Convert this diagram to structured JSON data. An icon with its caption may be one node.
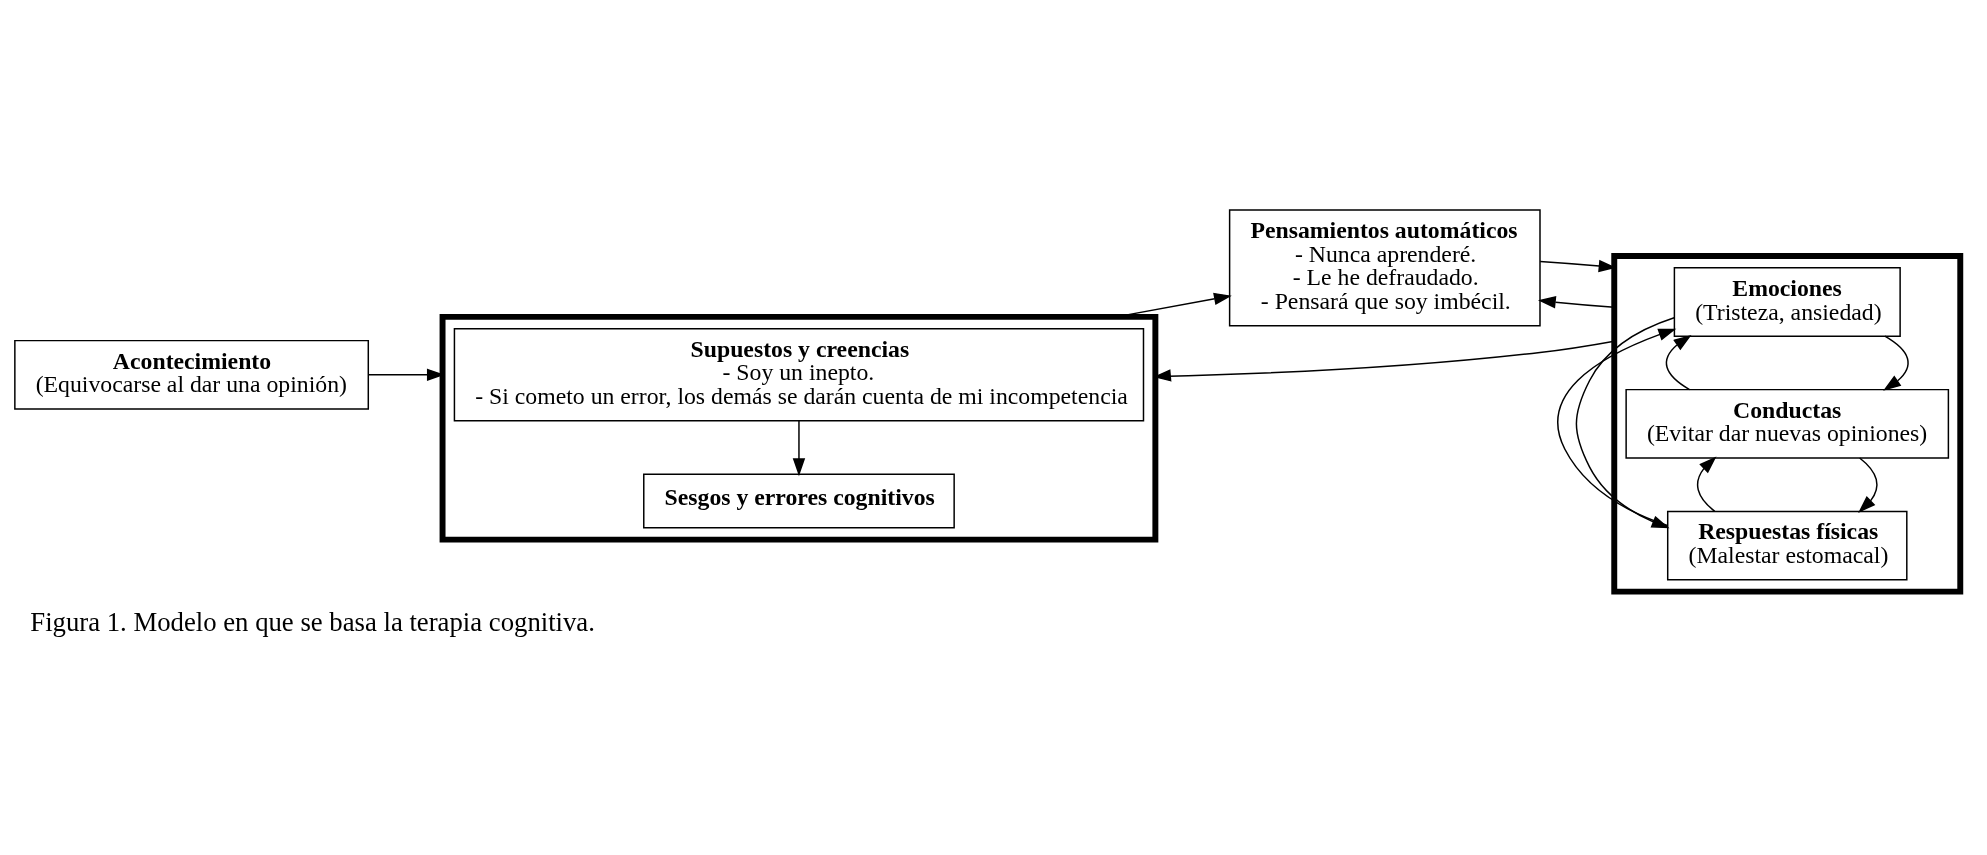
{
  "diagram": {
    "caption": "Figura 1. Modelo en que se basa la terapia cognitiva.",
    "nodes": [
      {
        "text": [],
        "shape": "box"
      },
      {
        "text": [
          "Supuestos y creencias",
          "- Soy un inepto.",
          "- Si cometo un error, los demás se darán cuenta de mi incompetencia"
        ],
        "in": 0
      },
      {
        "text": [
          "Sesgos y errores cognitivos"
        ],
        "in": 0
      },
      {
        "text": [
          "Acontecimiento",
          "(Equivocarse al dar una opinión)"
        ]
      },
      {
        "text": [
          "Pensamientos automáticos",
          "- Nunca aprenderé.",
          "- Le he defraudado.",
          "- Pensará que soy imbécil."
        ]
      },
      {
        "text": [],
        "shape": "box"
      },
      {
        "text": [
          "Emociones",
          "(Tristeza, ansiedad)"
        ],
        "in": 5
      },
      {
        "text": [
          "Conductas",
          "(Evitar dar nuevas opiniones)"
        ],
        "in": 5
      },
      {
        "text": [
          "Respuestas físicas",
          "(Malestar estomacal)"
        ],
        "in": 5
      }
    ],
    "edges": [
      {
        "from": 3,
        "to": 0,
        "arrow": "to"
      },
      {
        "from": 1,
        "to": 2,
        "arrow": "to"
      },
      {
        "from": 0,
        "to": 4,
        "arrow": "to"
      },
      {
        "from": 5,
        "to": 0,
        "arrow": "to"
      },
      {
        "from": 4,
        "to": 5,
        "arrow": "to"
      },
      {
        "from": 5,
        "to": 4,
        "arrow": "to"
      },
      {
        "from": 6,
        "to": 7,
        "arrow": "to"
      },
      {
        "from": 7,
        "to": 6,
        "arrow": "to"
      },
      {
        "from": 7,
        "to": 8,
        "arrow": "to"
      },
      {
        "from": 8,
        "to": 7,
        "arrow": "to"
      },
      {
        "from": 6,
        "to": 8,
        "arrow": "to"
      },
      {
        "from": 8,
        "to": 6,
        "arrow": "to"
      }
    ]
  }
}
